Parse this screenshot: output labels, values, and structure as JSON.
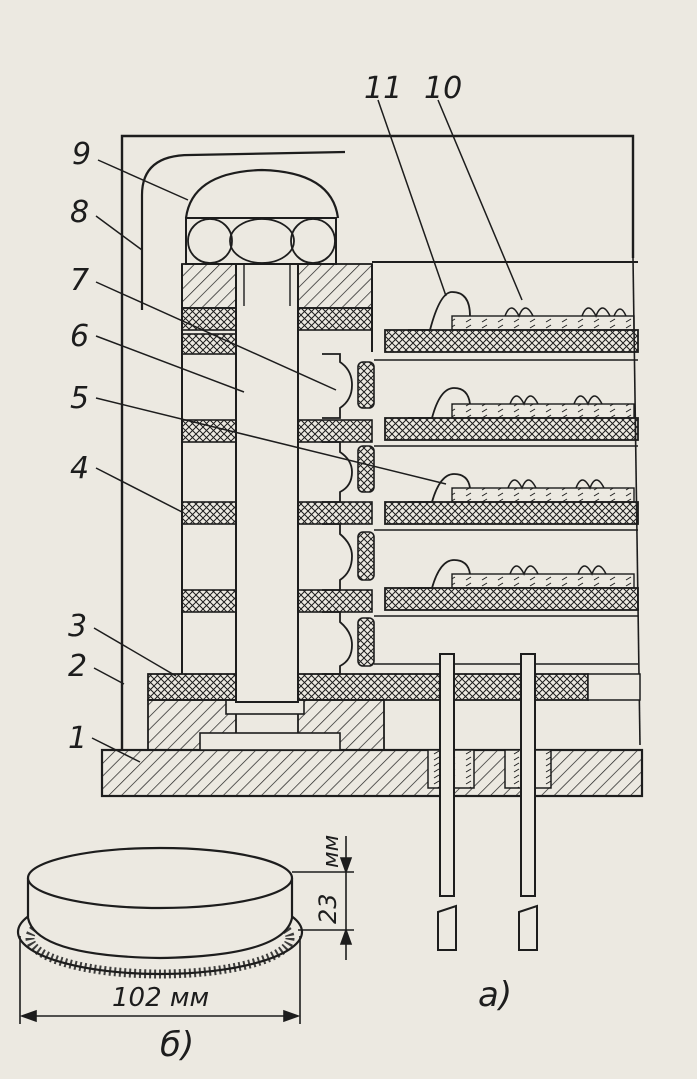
{
  "figure": {
    "callouts": [
      "1",
      "2",
      "3",
      "4",
      "5",
      "6",
      "7",
      "8",
      "9",
      "10",
      "11"
    ],
    "panel_a_label": "a)",
    "panel_b_label": "б)",
    "diameter_label": "102 мм",
    "height_value": "23",
    "height_unit": "мм",
    "ink_color": "#1d1d1d",
    "paper_color": "#ece9e1"
  }
}
